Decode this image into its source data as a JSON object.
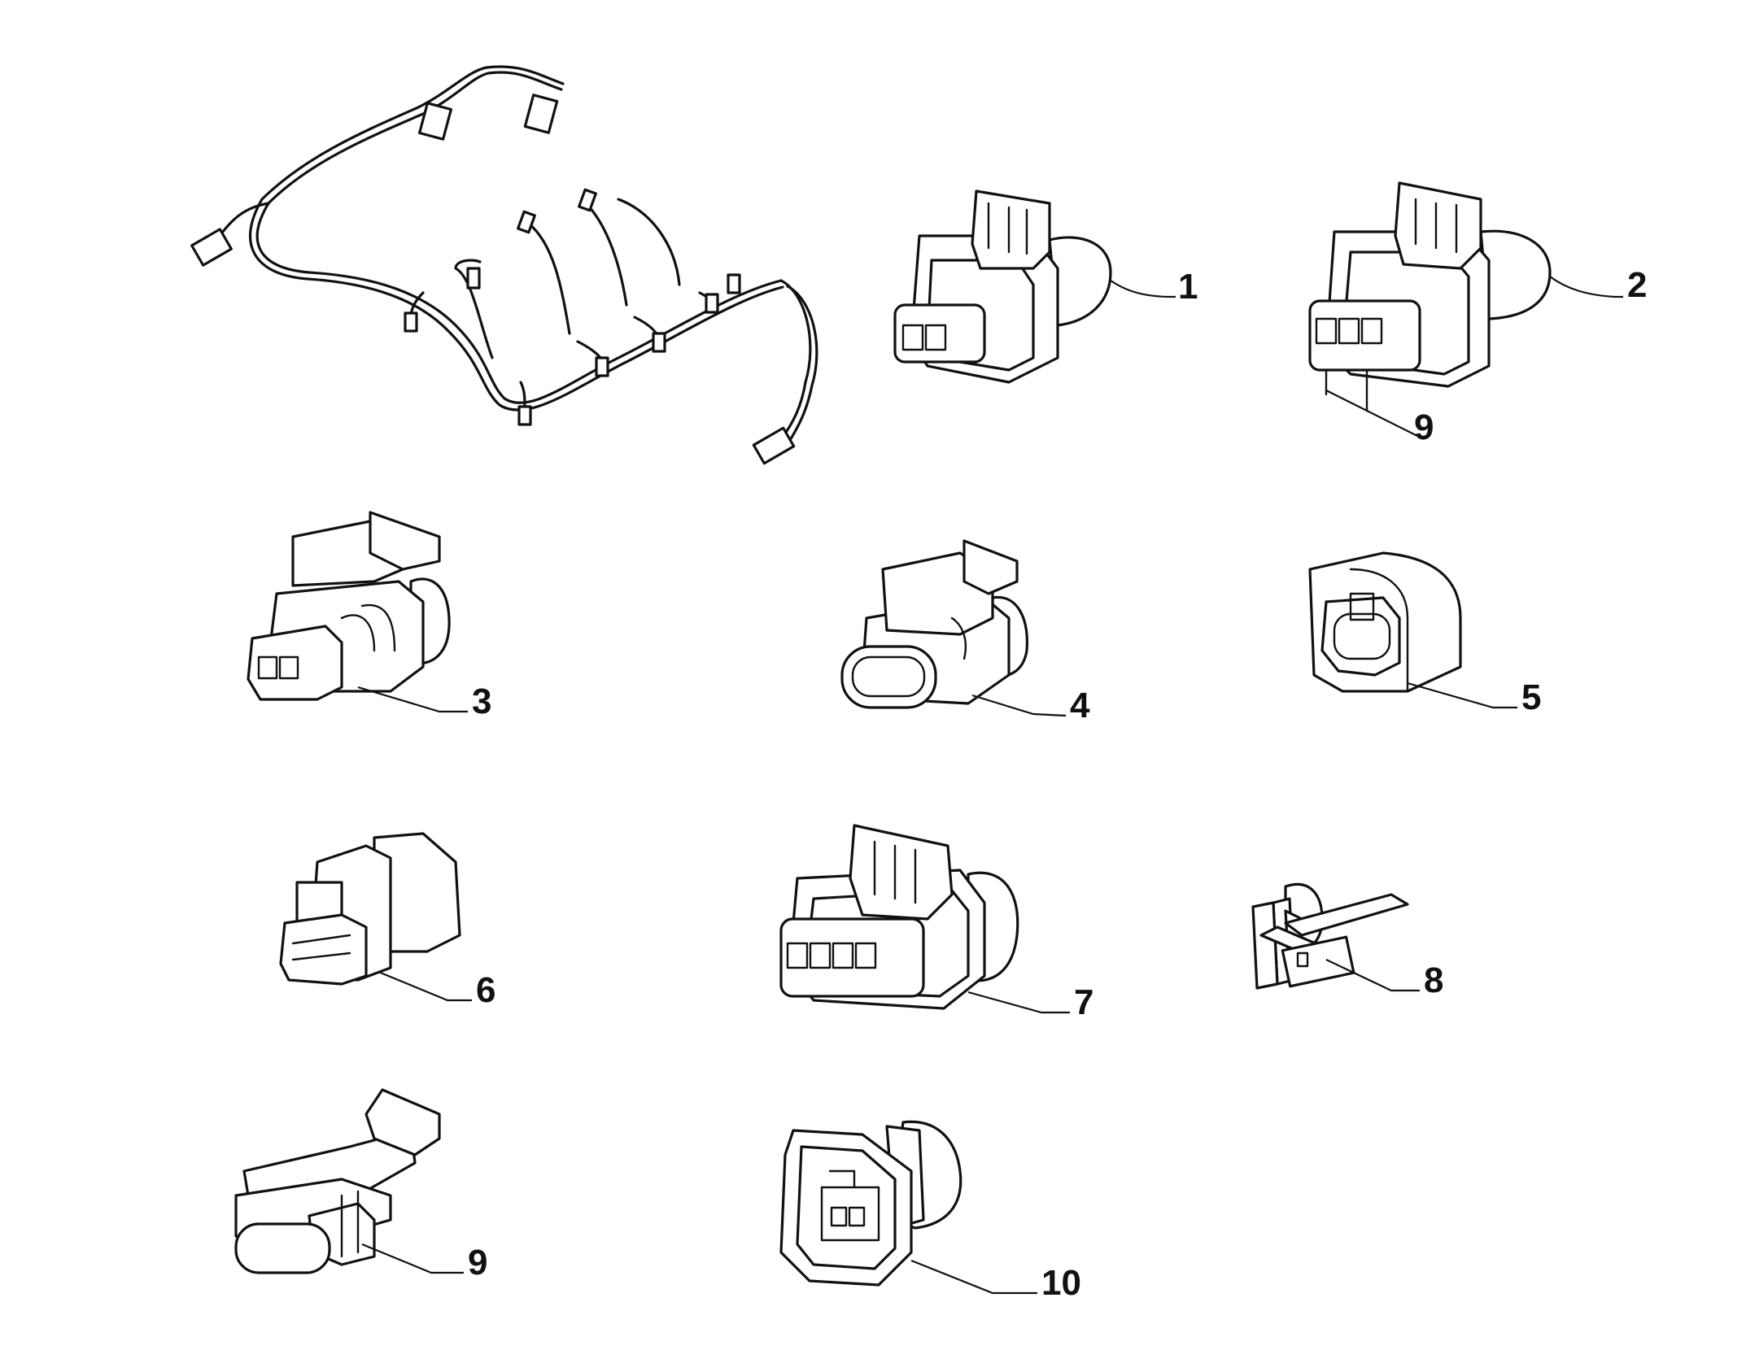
{
  "callouts": [
    {
      "id": "1",
      "label": "1"
    },
    {
      "id": "2",
      "label": "2"
    },
    {
      "id": "9a",
      "label": "9"
    },
    {
      "id": "3",
      "label": "3"
    },
    {
      "id": "4",
      "label": "4"
    },
    {
      "id": "5",
      "label": "5"
    },
    {
      "id": "6",
      "label": "6"
    },
    {
      "id": "7",
      "label": "7"
    },
    {
      "id": "8",
      "label": "8"
    },
    {
      "id": "9b",
      "label": "9"
    },
    {
      "id": "10",
      "label": "10"
    }
  ]
}
